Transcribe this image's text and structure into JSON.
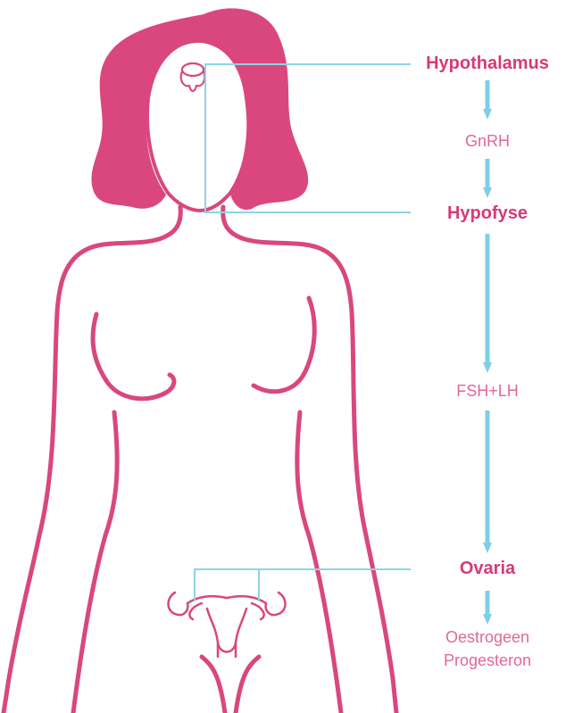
{
  "colors": {
    "body_outline": "#D9477E",
    "hair": "#D9477E",
    "arrow": "#7CCFE6",
    "connector": "#8DD3E6",
    "label_strong": "#D63A77",
    "label_light": "#E0679A"
  },
  "nodes": {
    "hypothalamus": "Hypothalamus",
    "gnrh": "GnRH",
    "hypofyse": "Hypofyse",
    "fsh_lh": "FSH+LH",
    "ovaria": "Ovaria",
    "oestrogeen": "Oestrogeen",
    "progesteron": "Progesteron"
  },
  "icons": [
    "woman-silhouette",
    "brain-gland-icon",
    "uterus-icon"
  ]
}
